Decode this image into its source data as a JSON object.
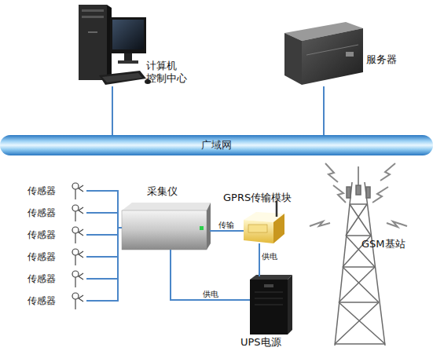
{
  "diagram": {
    "nodes": [
      {
        "text": [
          "计算机 控制中心"
        ]
      },
      {
        "text": [
          "服务器"
        ]
      },
      {
        "text": [
          "广域网"
        ]
      },
      {
        "text": [
          "传感器"
        ]
      },
      {
        "text": [
          "传感器"
        ]
      },
      {
        "text": [
          "传感器"
        ]
      },
      {
        "text": [
          "传感器"
        ]
      },
      {
        "text": [
          "传感器"
        ]
      },
      {
        "text": [
          "传感器"
        ]
      },
      {
        "text": [
          "采集仪"
        ]
      },
      {
        "text": [
          "GPRS传输模块"
        ]
      },
      {
        "text": [
          "GSM基站"
        ]
      },
      {
        "text": [
          "UPS电源"
        ]
      }
    ],
    "edges": [
      {
        "from": 0,
        "to": 2,
        "arrow": "none"
      },
      {
        "from": 1,
        "to": 2,
        "arrow": "none"
      },
      {
        "from": 3,
        "to": 9,
        "arrow": "none"
      },
      {
        "from": 4,
        "to": 9,
        "arrow": "none"
      },
      {
        "from": 5,
        "to": 9,
        "arrow": "none"
      },
      {
        "from": 6,
        "to": 9,
        "arrow": "none"
      },
      {
        "from": 7,
        "to": 9,
        "arrow": "none"
      },
      {
        "from": 8,
        "to": 9,
        "arrow": "none"
      },
      {
        "from": 9,
        "to": 10,
        "label": "传输",
        "arrow": "none"
      },
      {
        "from": 12,
        "to": 10,
        "label": "供电",
        "arrow": "none"
      },
      {
        "from": 12,
        "to": 9,
        "label": "供电",
        "arrow": "none"
      }
    ]
  }
}
